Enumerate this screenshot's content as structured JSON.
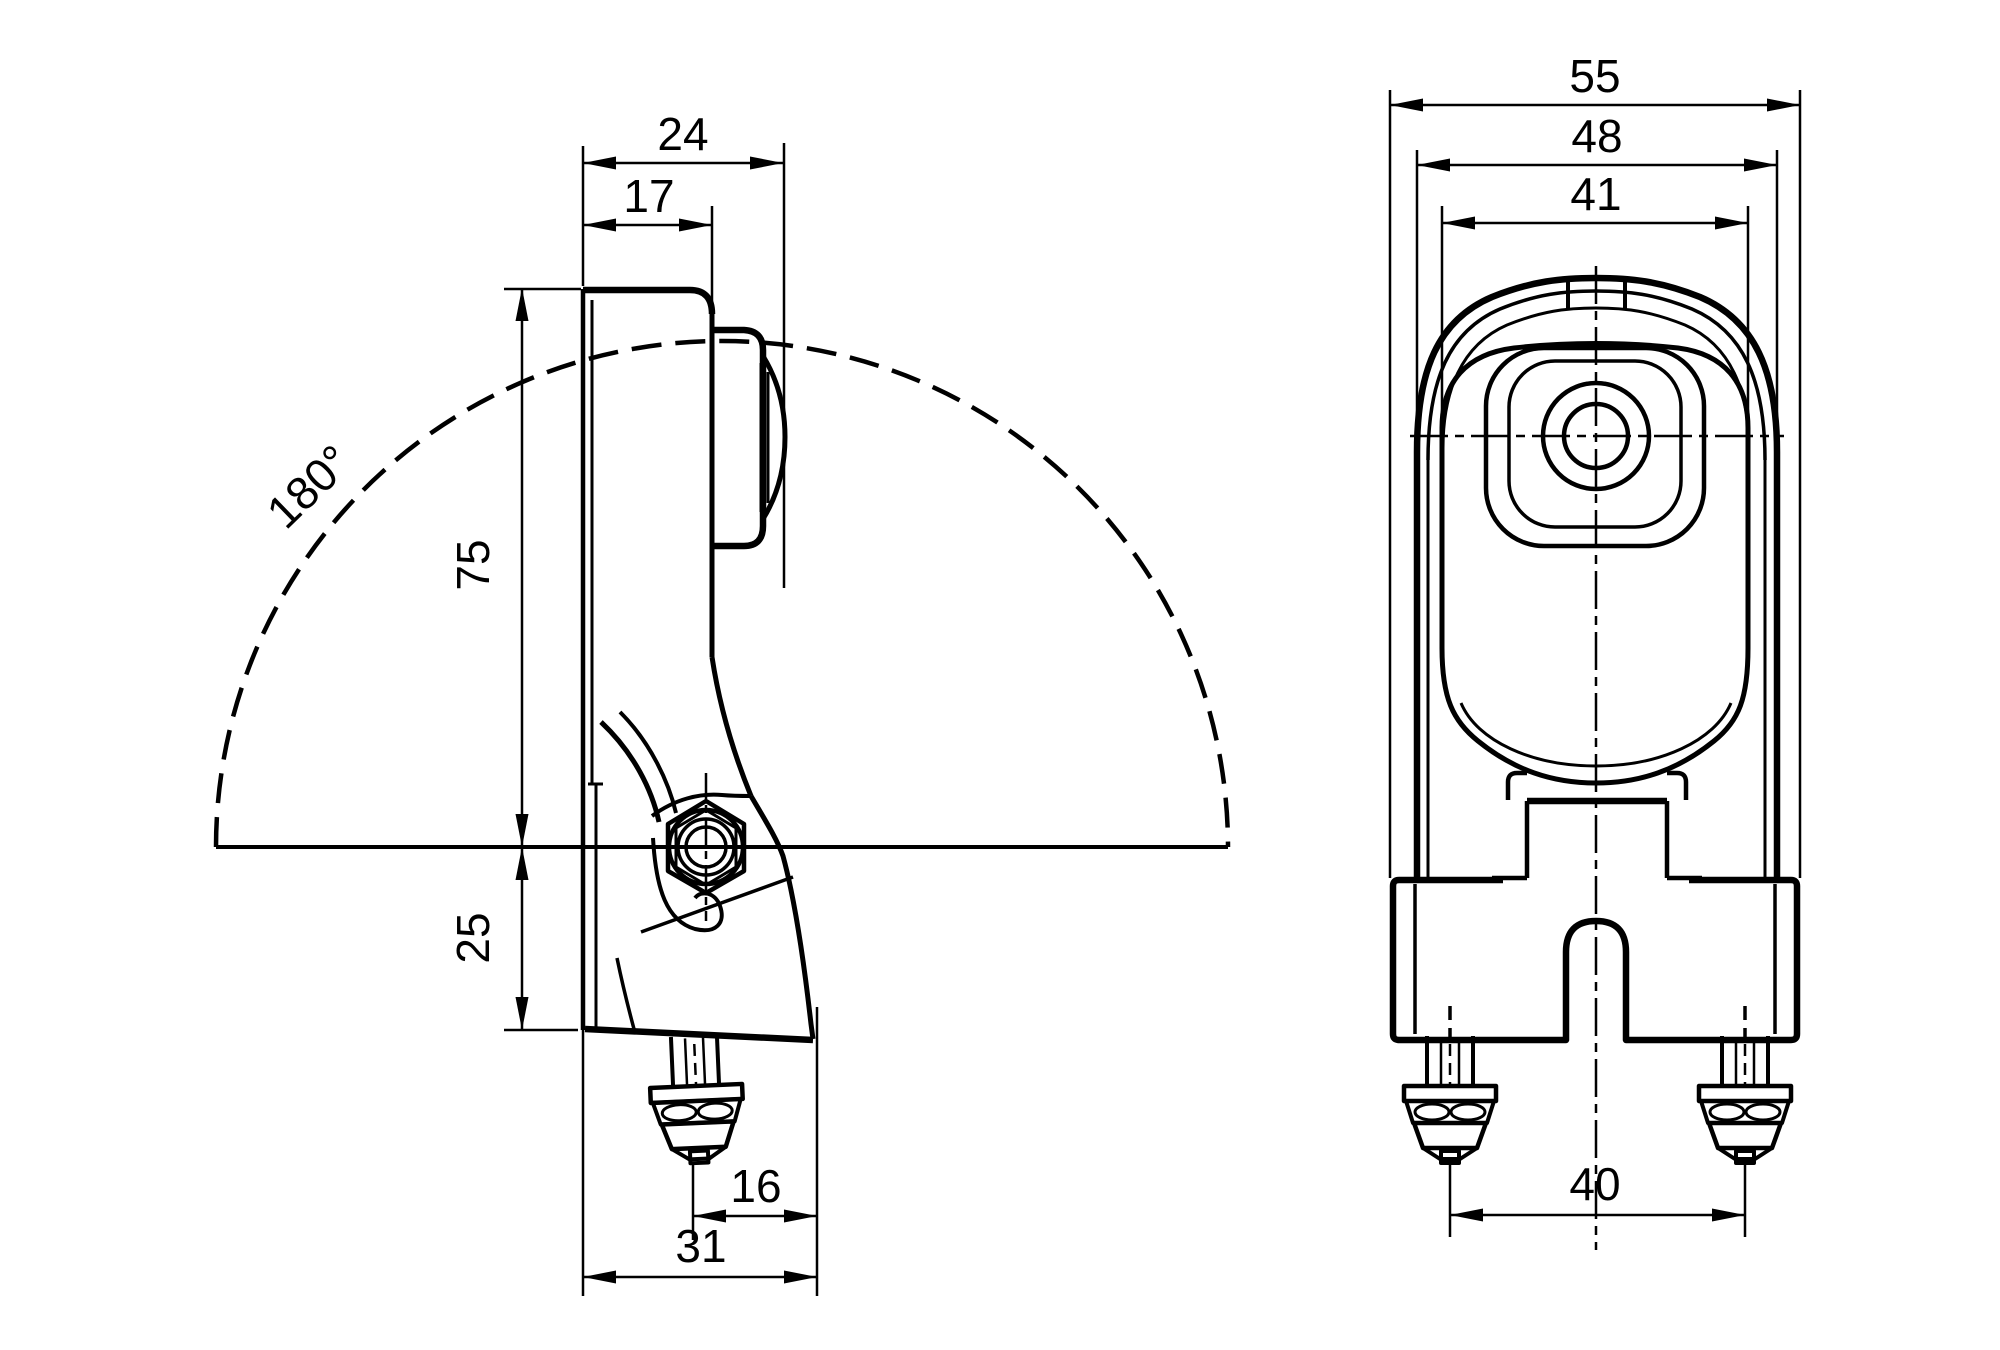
{
  "drawing": {
    "background": "#ffffff",
    "line_color": "#000000",
    "side_view": {
      "dim_overall_depth": "24",
      "dim_body_depth": "17",
      "swivel_angle": "180°",
      "dim_pivot_height": "75",
      "dim_base_height": "25",
      "dim_stud_offset": "16",
      "dim_foot_depth": "31"
    },
    "front_view": {
      "dim_base_width": "55",
      "dim_housing_width": "48",
      "dim_face_width": "41",
      "dim_stud_spacing": "40"
    }
  }
}
